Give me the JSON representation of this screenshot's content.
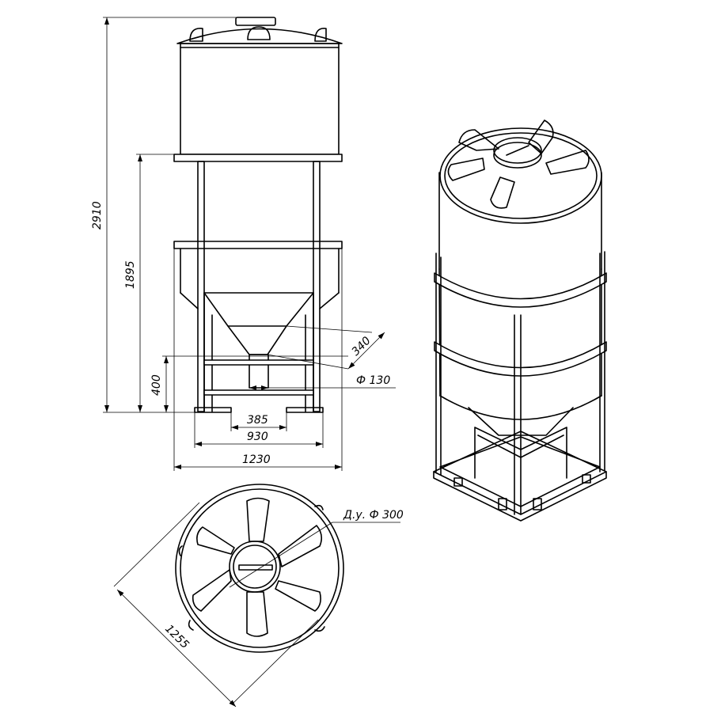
{
  "dimensions": {
    "total_height": "2910",
    "frame_height": "1895",
    "leg_height": "400",
    "cone_side": "340",
    "outlet_diameter": "Ф 130",
    "inner_width": "385",
    "frame_inner_width": "930",
    "total_width": "1230",
    "nominal_diameter": "Д.у. Ф 300",
    "tank_diameter": "1255"
  },
  "colors": {
    "line": "#000000",
    "background": "#ffffff"
  }
}
